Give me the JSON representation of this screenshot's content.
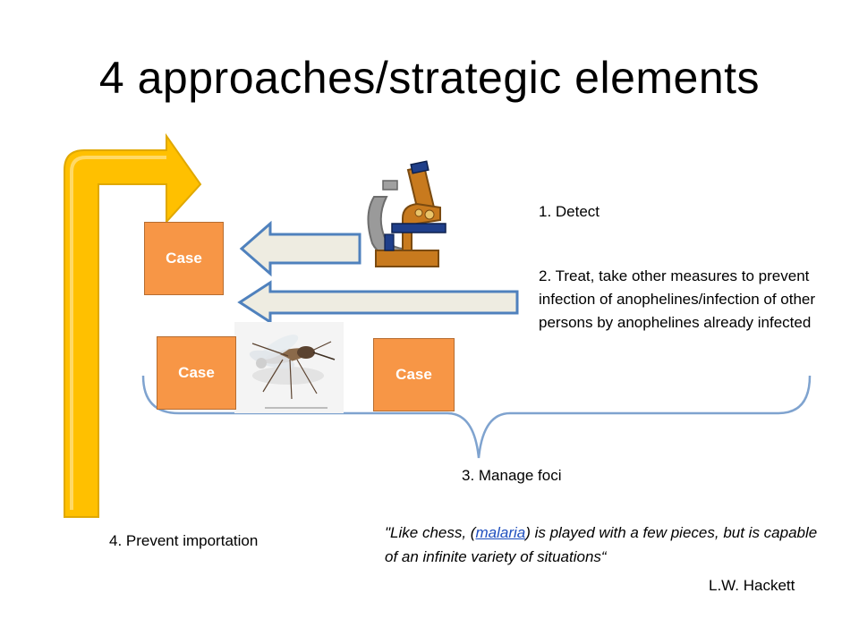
{
  "title": "4 approaches/strategic elements",
  "cases": [
    "Case",
    "Case",
    "Case"
  ],
  "steps": {
    "detect": "1. Detect",
    "treat": "2. Treat, take other measures to prevent infection of anophelines/infection of other persons by anophelines already infected",
    "foci": "3. Manage foci",
    "importation": "4. Prevent importation"
  },
  "quote": {
    "before": "\"Like chess, (",
    "link": "malaria",
    "after": ") is played with a few pieces, but is capable of an infinite variety of situations“",
    "author": "L.W. Hackett"
  },
  "colors": {
    "case_fill": "#f79646",
    "importation_arrow": "#ffc000",
    "left_arrow_fill": "#eeece1",
    "left_arrow_stroke": "#4f81bd",
    "brace": "#7fa3cf"
  },
  "icons": [
    "microscope-icon",
    "mosquito-icon"
  ]
}
